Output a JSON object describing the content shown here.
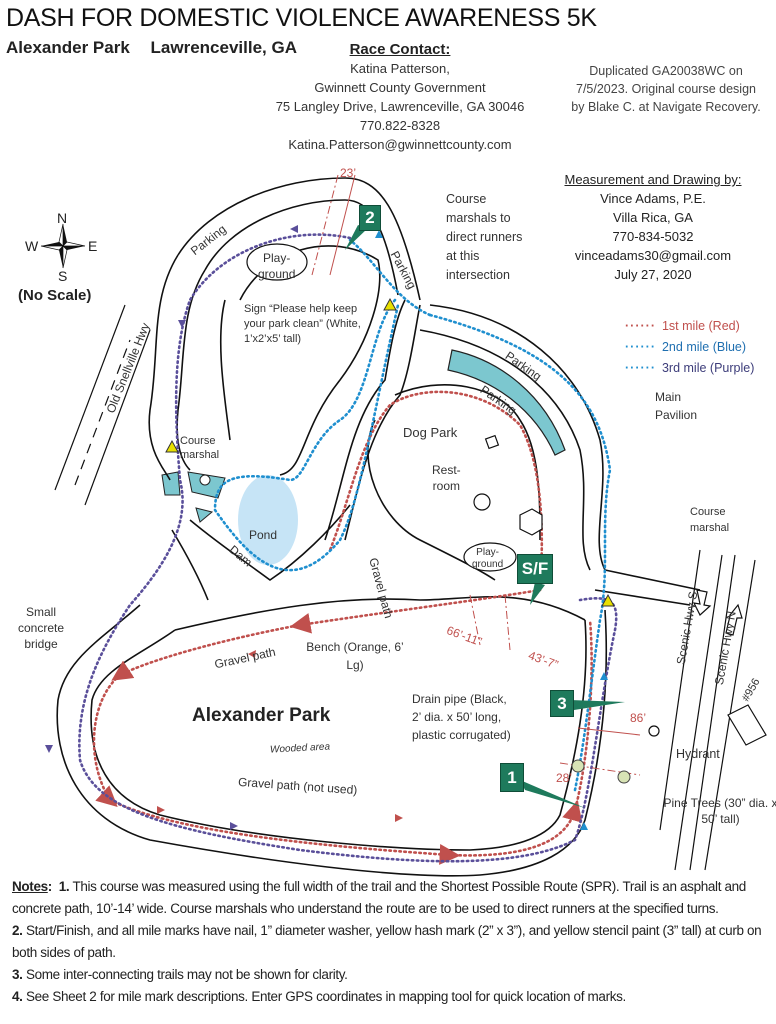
{
  "header": {
    "title": "DASH FOR DOMESTIC VIOLENCE AWARENESS 5K",
    "park": "Alexander Park",
    "city": "Lawrenceville, GA"
  },
  "race_contact": {
    "heading": "Race Contact:",
    "name": "Katina Patterson,",
    "org": "Gwinnett County Government",
    "address": "75 Langley Drive, Lawrenceville, GA 30046",
    "phone": "770.822-8328",
    "email": "Katina.Patterson@gwinnettcounty.com"
  },
  "duplication_note": {
    "line1": "Duplicated GA20038WC on",
    "line2": "7/5/2023. Original course design",
    "line3": "by Blake C. at Navigate Recovery."
  },
  "measurement": {
    "heading": "Measurement and Drawing by:",
    "name": "Vince Adams, P.E.",
    "city": "Villa Rica, GA",
    "phone": "770-834-5032",
    "email": "vinceadams30@gmail.com",
    "date": "July 27, 2020"
  },
  "compass": {
    "n": "N",
    "s": "S",
    "e": "E",
    "w": "W",
    "scale_note": "(No Scale)"
  },
  "legend": [
    {
      "dots": "······",
      "label": "1st mile (Red)",
      "color": "#c0504d"
    },
    {
      "dots": "······",
      "label": "2nd mile (Blue)",
      "color": "#1f8fcf"
    },
    {
      "dots": "······",
      "label": "3rd mile (Purple)",
      "color": "#5a4f9a"
    }
  ],
  "map_labels": {
    "parking_nw": "Parking",
    "parking_n": "Parking",
    "parking_e1": "Parking",
    "parking_e2": "Parking",
    "playground_n": "Play-\nground",
    "playground_s": "Play-\nground",
    "sign_note": "Sign “Please help keep your park clean” (White, 1’x2’x5’ tall)",
    "marshals_note": "Course marshals to direct runners at this intersection",
    "old_snellville": "Old Snellville Hwy",
    "course_marshal_w": "Course marshal",
    "course_marshal_e": "Course marshal",
    "pond": "Pond",
    "dam": "Dam",
    "dog_park": "Dog Park",
    "restroom": "Rest-\nroom",
    "main_pavilion": "Main Pavilion",
    "small_bridge": "Small concrete bridge",
    "gravel_path_1": "Gravel path",
    "gravel_path_2": "Gravel path",
    "gravel_path_not_used": "Gravel path (not used)",
    "park_name": "Alexander Park",
    "wooded": "Wooded area",
    "bench": "Bench (Orange, 6’ Lg)",
    "drain_pipe": "Drain pipe (Black, 2’ dia. x 50’ long, plastic corrugated)",
    "hydrant": "Hydrant",
    "pine_trees": "Pine Trees (30” dia. x 50’ tall)",
    "scenic_s": "Scenic Hwy S",
    "scenic_n": "Scenic Hwy N",
    "house_no": "#956"
  },
  "dimensions": {
    "d_23": "23’",
    "d_66": "66’-11”",
    "d_43": "43’-7”",
    "d_86": "86’",
    "d_28": "28’"
  },
  "markers": {
    "start_finish": "S/F",
    "mile1": "1",
    "mile2": "2",
    "mile3": "3"
  },
  "notes": {
    "heading": "Notes",
    "n1_num": "1.",
    "n1": "This course was measured using the full width of the trail and the Shortest Possible Route (SPR). Trail is an asphalt and concrete path, 10’-14’ wide. Course marshals who understand the route are to be used to direct runners at the specified turns.",
    "n2_num": "2.",
    "n2": "Start/Finish, and all mile marks have nail, 1” diameter washer, yellow hash mark (2” x 3”), and yellow stencil paint (3” tall) at curb on both sides of path.",
    "n3_num": "3.",
    "n3": "Some inter-connecting trails may not be shown for clarity.",
    "n4_num": "4.",
    "n4": "See Sheet 2 for mile mark descriptions.  Enter GPS coordinates in mapping tool for quick location of marks."
  }
}
